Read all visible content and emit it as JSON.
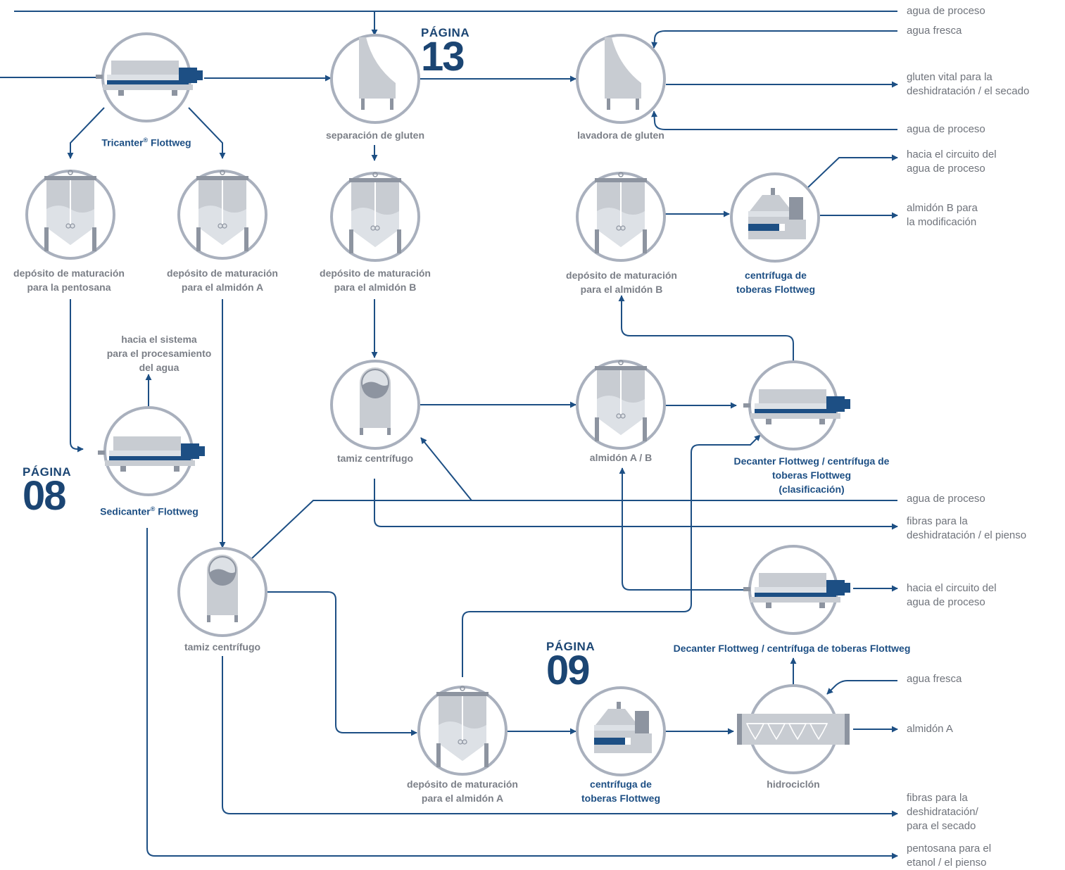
{
  "page_markers": [
    {
      "word": "PÁGINA",
      "number": "13"
    },
    {
      "word": "PÁGINA",
      "number": "08"
    },
    {
      "word": "PÁGINA",
      "number": "09"
    }
  ],
  "nodes": {
    "tricanter": {
      "name": "Tricanter",
      "reg": "®",
      "suffix": " Flottweg"
    },
    "sep_gluten": "separación de gluten",
    "lavadora": "lavadora de gluten",
    "dep_pentosana": [
      "depósito de maturación",
      "para la pentosana"
    ],
    "dep_almidon_a_top": [
      "depósito de maturación",
      "para el almidón A"
    ],
    "dep_almidon_b_mid": [
      "depósito de maturación",
      "para el almidón B"
    ],
    "dep_almidon_b_right": [
      "depósito de maturación",
      "para el almidón B"
    ],
    "centrifuga_top": [
      "centrífuga de",
      "toberas Flottweg"
    ],
    "hacia_sistema": [
      "hacia el sistema",
      "para el procesamiento",
      "del agua"
    ],
    "sedicanter": {
      "name": "Sedicanter",
      "reg": "®",
      "suffix": " Flottweg"
    },
    "tamiz_mid": "tamiz centrífugo",
    "almidon_ab": "almidón A / B",
    "decanter_clas": [
      "Decanter Flottweg / centrífuga de",
      "toberas Flottweg",
      "(clasificación)"
    ],
    "tamiz_low": "tamiz centrífugo",
    "decanter_low": "Decanter Flottweg / centrífuga de toberas Flottweg",
    "dep_almidon_a_bottom": [
      "depósito de maturación",
      "para el almidón A"
    ],
    "centrifuga_bottom": [
      "centrífuga de",
      "toberas Flottweg"
    ],
    "hidrociclon": "hidrociclón"
  },
  "side_labels": {
    "agua_proceso_1": "agua de proceso",
    "agua_fresca_1": "agua fresca",
    "gluten_vital": [
      "gluten vital para la",
      "deshidratación / el secado"
    ],
    "agua_proceso_2": "agua de proceso",
    "hacia_circuito_1": [
      "hacia el circuito del",
      "agua de proceso"
    ],
    "almidon_b_mod": [
      "almidón B para",
      "la modificación"
    ],
    "agua_proceso_3": "agua de proceso",
    "fibras_pienso": [
      "fibras para la",
      "deshidratación / el pienso"
    ],
    "hacia_circuito_2": [
      "hacia el circuito del",
      "agua de proceso"
    ],
    "agua_fresca_2": "agua fresca",
    "almidon_a": "almidón A",
    "fibras_secado": [
      "fibras para la",
      "deshidratación/",
      "para el secado"
    ],
    "pentosana": [
      "pentosana para el",
      "etanol / el pienso"
    ]
  },
  "colors": {
    "flow_line": "#1d4f84",
    "circle_stroke": "#a9b0bd",
    "equipment": "#c8ccd2",
    "equipment_dark": "#8d94a0",
    "accent_blue": "#1d4f84",
    "label_gray": "#7b7f87"
  }
}
